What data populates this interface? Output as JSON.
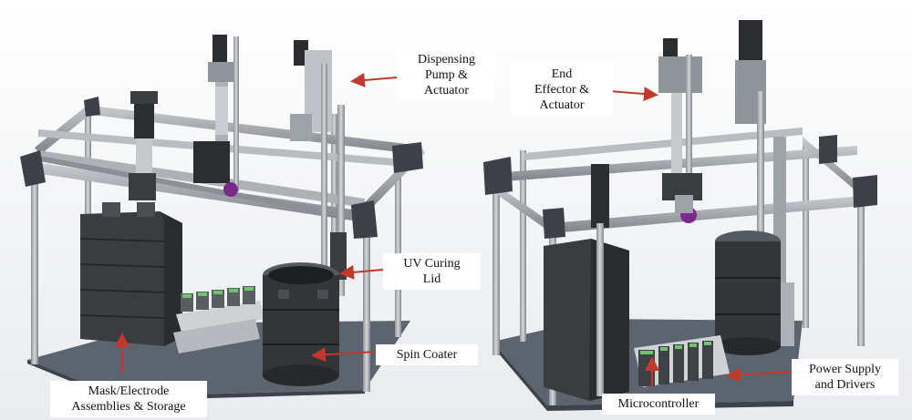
{
  "labels": {
    "dispensing": "Dispensing\nPump &\nActuator",
    "end_effector": "End\nEffector &\nActuator",
    "uv_curing": "UV Curing\nLid",
    "spin_coater": "Spin Coater",
    "mask_storage": "Mask/Electrode\nAssemblies & Storage",
    "microcontroller": "Microcontroller",
    "power_supply": "Power Supply\nand Drivers"
  },
  "colors": {
    "arrow": "#c0392b",
    "frame": "#9aa0a6",
    "frame_dark": "#4a4e53",
    "base_plate": "#5c6470",
    "motor": "#2b2d30",
    "storage": "#3a3c3f",
    "vial": "#7b2a8a",
    "board_green": "#6fc46f"
  }
}
